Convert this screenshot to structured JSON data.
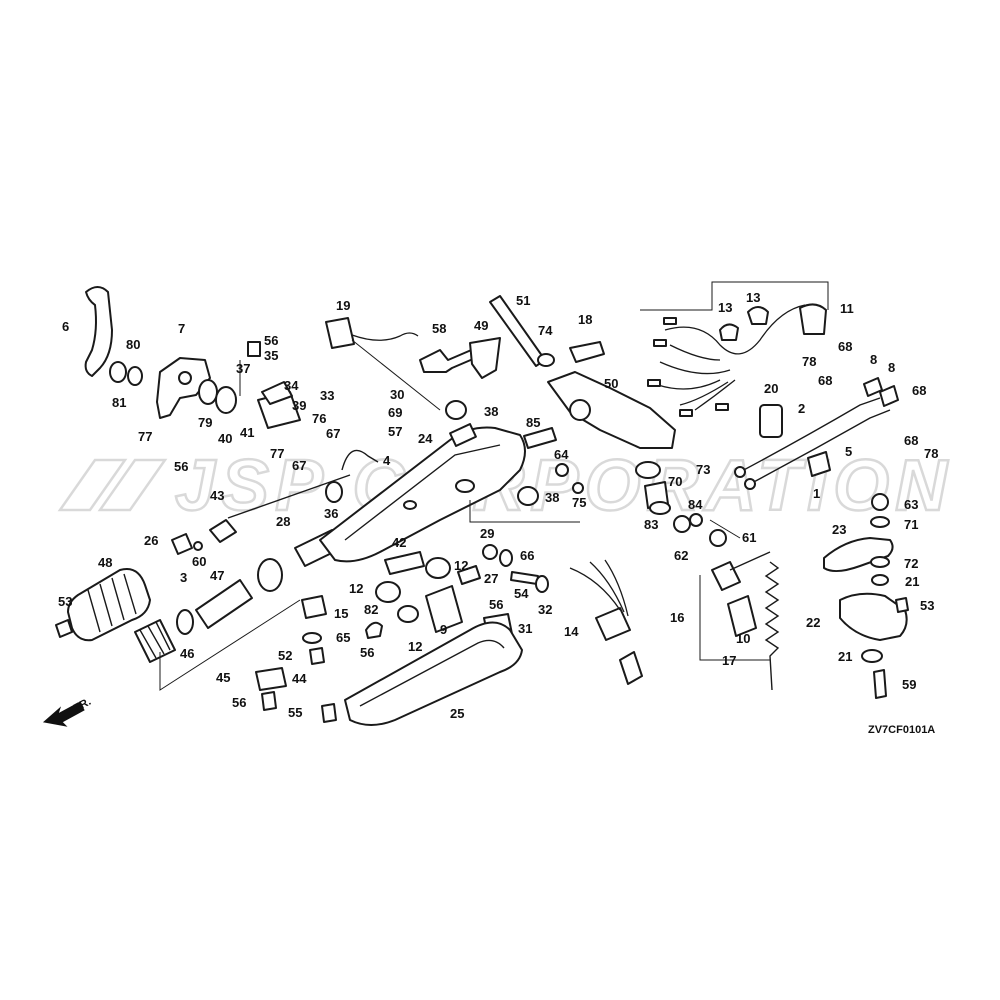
{
  "diagram": {
    "code": "ZV7CF0101A",
    "watermark": "JSP CORPORATION",
    "front_label": "FR.",
    "colors": {
      "line": "#1a1a1a",
      "background": "#ffffff",
      "watermark": "#d9d9d9"
    },
    "callouts": [
      {
        "id": "c1",
        "label": "1"
      },
      {
        "id": "c2",
        "label": "2"
      },
      {
        "id": "c3",
        "label": "3"
      },
      {
        "id": "c4",
        "label": "4"
      },
      {
        "id": "c5",
        "label": "5"
      },
      {
        "id": "c6",
        "label": "6"
      },
      {
        "id": "c7",
        "label": "7"
      },
      {
        "id": "c8a",
        "label": "8"
      },
      {
        "id": "c8b",
        "label": "8"
      },
      {
        "id": "c9",
        "label": "9"
      },
      {
        "id": "c10",
        "label": "10"
      },
      {
        "id": "c11",
        "label": "11"
      },
      {
        "id": "c12a",
        "label": "12"
      },
      {
        "id": "c12b",
        "label": "12"
      },
      {
        "id": "c12c",
        "label": "12"
      },
      {
        "id": "c13a",
        "label": "13"
      },
      {
        "id": "c13b",
        "label": "13"
      },
      {
        "id": "c14",
        "label": "14"
      },
      {
        "id": "c15",
        "label": "15"
      },
      {
        "id": "c16",
        "label": "16"
      },
      {
        "id": "c17",
        "label": "17"
      },
      {
        "id": "c18",
        "label": "18"
      },
      {
        "id": "c19",
        "label": "19"
      },
      {
        "id": "c20",
        "label": "20"
      },
      {
        "id": "c21a",
        "label": "21"
      },
      {
        "id": "c21b",
        "label": "21"
      },
      {
        "id": "c22",
        "label": "22"
      },
      {
        "id": "c23",
        "label": "23"
      },
      {
        "id": "c24",
        "label": "24"
      },
      {
        "id": "c25",
        "label": "25"
      },
      {
        "id": "c26",
        "label": "26"
      },
      {
        "id": "c27",
        "label": "27"
      },
      {
        "id": "c28",
        "label": "28"
      },
      {
        "id": "c29",
        "label": "29"
      },
      {
        "id": "c30",
        "label": "30"
      },
      {
        "id": "c31",
        "label": "31"
      },
      {
        "id": "c32",
        "label": "32"
      },
      {
        "id": "c33",
        "label": "33"
      },
      {
        "id": "c34",
        "label": "34"
      },
      {
        "id": "c35",
        "label": "35"
      },
      {
        "id": "c36",
        "label": "36"
      },
      {
        "id": "c37",
        "label": "37"
      },
      {
        "id": "c38a",
        "label": "38"
      },
      {
        "id": "c38b",
        "label": "38"
      },
      {
        "id": "c39",
        "label": "39"
      },
      {
        "id": "c40",
        "label": "40"
      },
      {
        "id": "c41",
        "label": "41"
      },
      {
        "id": "c42",
        "label": "42"
      },
      {
        "id": "c43",
        "label": "43"
      },
      {
        "id": "c44",
        "label": "44"
      },
      {
        "id": "c45",
        "label": "45"
      },
      {
        "id": "c46",
        "label": "46"
      },
      {
        "id": "c47",
        "label": "47"
      },
      {
        "id": "c48",
        "label": "48"
      },
      {
        "id": "c49",
        "label": "49"
      },
      {
        "id": "c50",
        "label": "50"
      },
      {
        "id": "c51",
        "label": "51"
      },
      {
        "id": "c52",
        "label": "52"
      },
      {
        "id": "c53a",
        "label": "53"
      },
      {
        "id": "c53b",
        "label": "53"
      },
      {
        "id": "c54",
        "label": "54"
      },
      {
        "id": "c55",
        "label": "55"
      },
      {
        "id": "c56a",
        "label": "56"
      },
      {
        "id": "c56b",
        "label": "56"
      },
      {
        "id": "c56c",
        "label": "56"
      },
      {
        "id": "c56d",
        "label": "56"
      },
      {
        "id": "c56e",
        "label": "56"
      },
      {
        "id": "c57",
        "label": "57"
      },
      {
        "id": "c58",
        "label": "58"
      },
      {
        "id": "c59",
        "label": "59"
      },
      {
        "id": "c60",
        "label": "60"
      },
      {
        "id": "c61",
        "label": "61"
      },
      {
        "id": "c62",
        "label": "62"
      },
      {
        "id": "c63",
        "label": "63"
      },
      {
        "id": "c64",
        "label": "64"
      },
      {
        "id": "c65",
        "label": "65"
      },
      {
        "id": "c66",
        "label": "66"
      },
      {
        "id": "c67a",
        "label": "67"
      },
      {
        "id": "c67b",
        "label": "67"
      },
      {
        "id": "c68a",
        "label": "68"
      },
      {
        "id": "c68b",
        "label": "68"
      },
      {
        "id": "c68c",
        "label": "68"
      },
      {
        "id": "c68d",
        "label": "68"
      },
      {
        "id": "c69",
        "label": "69"
      },
      {
        "id": "c70",
        "label": "70"
      },
      {
        "id": "c71",
        "label": "71"
      },
      {
        "id": "c72",
        "label": "72"
      },
      {
        "id": "c73",
        "label": "73"
      },
      {
        "id": "c74",
        "label": "74"
      },
      {
        "id": "c75",
        "label": "75"
      },
      {
        "id": "c76",
        "label": "76"
      },
      {
        "id": "c77a",
        "label": "77"
      },
      {
        "id": "c77b",
        "label": "77"
      },
      {
        "id": "c78a",
        "label": "78"
      },
      {
        "id": "c78b",
        "label": "78"
      },
      {
        "id": "c79",
        "label": "79"
      },
      {
        "id": "c80",
        "label": "80"
      },
      {
        "id": "c81",
        "label": "81"
      },
      {
        "id": "c82",
        "label": "82"
      },
      {
        "id": "c83",
        "label": "83"
      },
      {
        "id": "c84",
        "label": "84"
      },
      {
        "id": "c85",
        "label": "85"
      }
    ]
  }
}
